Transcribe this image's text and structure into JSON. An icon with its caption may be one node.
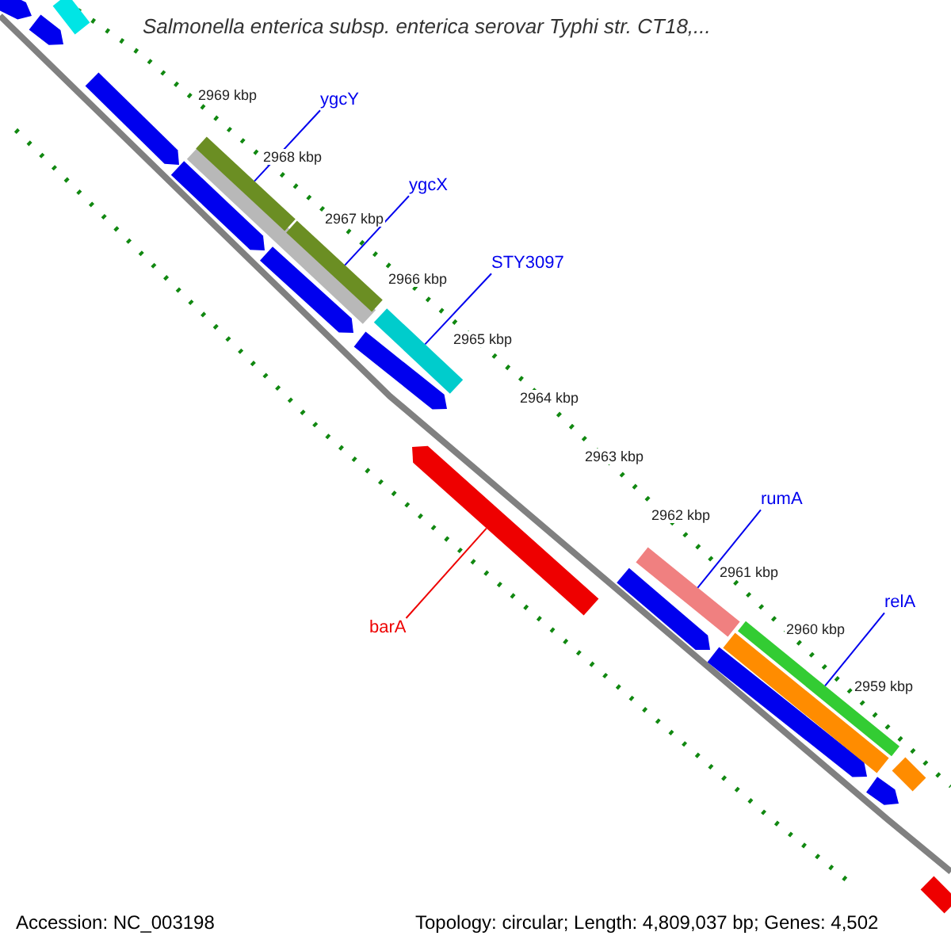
{
  "diagram": {
    "title": "Salmonella enterica subsp. enterica serovar Typhi str. CT18,...",
    "nodes": [
      {
        "text": [
          "ygcY"
        ]
      },
      {
        "text": [],
        "shape": "bar"
      },
      {
        "text": [
          "ygcX"
        ]
      },
      {
        "text": [],
        "shape": "bar"
      },
      {
        "text": [
          "STY3097"
        ]
      },
      {
        "text": [],
        "shape": "bar"
      },
      {
        "text": [
          "rumA"
        ]
      },
      {
        "text": [],
        "shape": "bar"
      },
      {
        "text": [
          "relA"
        ]
      },
      {
        "text": [],
        "shape": "bar"
      },
      {
        "text": [
          "barA"
        ]
      },
      {
        "text": [],
        "shape": "bar"
      }
    ],
    "edges": [
      {
        "from": 0,
        "to": 1,
        "arrow": "none"
      },
      {
        "from": 2,
        "to": 3,
        "arrow": "none"
      },
      {
        "from": 4,
        "to": 5,
        "arrow": "none"
      },
      {
        "from": 6,
        "to": 7,
        "arrow": "none"
      },
      {
        "from": 8,
        "to": 9,
        "arrow": "none"
      },
      {
        "from": 10,
        "to": 11,
        "arrow": "none",
        "color": "#ee0000"
      }
    ],
    "labels": [
      "2969 kbp",
      "2968 kbp",
      "2967 kbp",
      "2966 kbp",
      "2965 kbp",
      "2964 kbp",
      "2963 kbp",
      "2962 kbp",
      "2961 kbp",
      "2960 kbp",
      "2959 kbp",
      "Accession: NC_003198",
      "Topology: circular; Length: 4,809,037 bp; Genes: 4,502"
    ]
  }
}
